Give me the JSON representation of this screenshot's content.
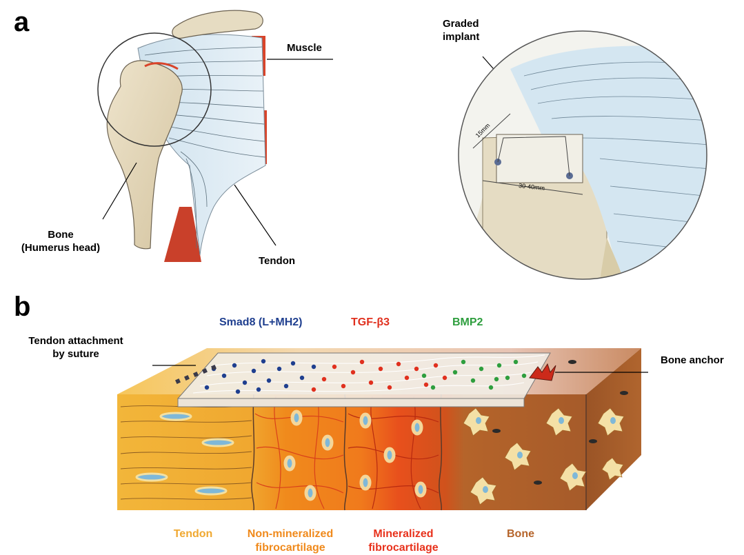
{
  "panel_a": {
    "letter": "a",
    "labels": {
      "muscle": "Muscle",
      "graded_line1": "Graded",
      "graded_line2": "implant",
      "bone_line1": "Bone",
      "bone_line2": "(Humerus head)",
      "tendon": "Tendon",
      "dim_width": "15mm",
      "dim_length": "30-40mm"
    }
  },
  "panel_b": {
    "letter": "b",
    "signals": {
      "smad8": "Smad8 (L+MH2)",
      "tgf": "TGF-β3",
      "bmp2": "BMP2"
    },
    "labels": {
      "attach_line1": "Tendon attachment",
      "attach_line2": "by suture",
      "bone_anchor": "Bone anchor"
    },
    "zones": {
      "tendon": "Tendon",
      "nonmin_line1": "Non-mineralized",
      "nonmin_line2": "fibrocartilage",
      "min_line1": "Mineralized",
      "min_line2": "fibrocartilage",
      "bone": "Bone"
    }
  },
  "colors": {
    "smad8": "#1f3f8f",
    "tgf": "#e0301e",
    "bmp2": "#2e9e3e",
    "tendon": "#f0a830",
    "nonmin": "#f08a1c",
    "min": "#e8321c",
    "bone": "#b5642a"
  }
}
